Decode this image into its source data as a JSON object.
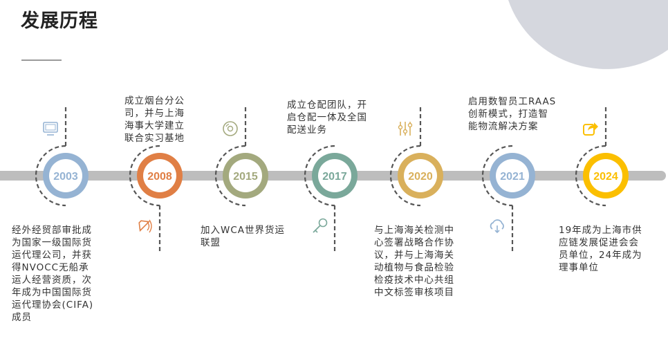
{
  "title": "发展历程",
  "milestones": [
    {
      "year": "2003",
      "color": "#95b3d3",
      "icon": "monitor-icon",
      "text": "经外经贸部审批成为国家一级国际货运代理公司，并获得NVOCC无船承运人经营资质，次年成为中国国际货运代理协会(CIFA) 成员"
    },
    {
      "year": "2008",
      "color": "#e07f45",
      "icon": "megaphone-icon",
      "text": "成立烟台分公司，并与上海海事大学建立联合实习基地"
    },
    {
      "year": "2015",
      "color": "#a3a97e",
      "icon": "disc-icon",
      "text": "加入WCA世界货运联盟"
    },
    {
      "year": "2017",
      "color": "#7aa89a",
      "icon": "key-icon",
      "text": "成立仓配团队，开启仓配一体及全国配送业务"
    },
    {
      "year": "2020",
      "color": "#d9b05c",
      "icon": "sliders-icon",
      "text": "与上海海关检测中心签署战略合作协议，并与上海海关动植物与食品检验检疫技术中心共组中文标签审核项目"
    },
    {
      "year": "2021",
      "color": "#95b3d3",
      "icon": "cloud-download-icon",
      "text": "启用数智员工RAAS创新模式，打造智能物流解决方案"
    },
    {
      "year": "2024",
      "color": "#fbbf00",
      "icon": "share-icon",
      "text": "19年成为上海市供应链发展促进会会员单位，24年成为理事单位"
    }
  ]
}
